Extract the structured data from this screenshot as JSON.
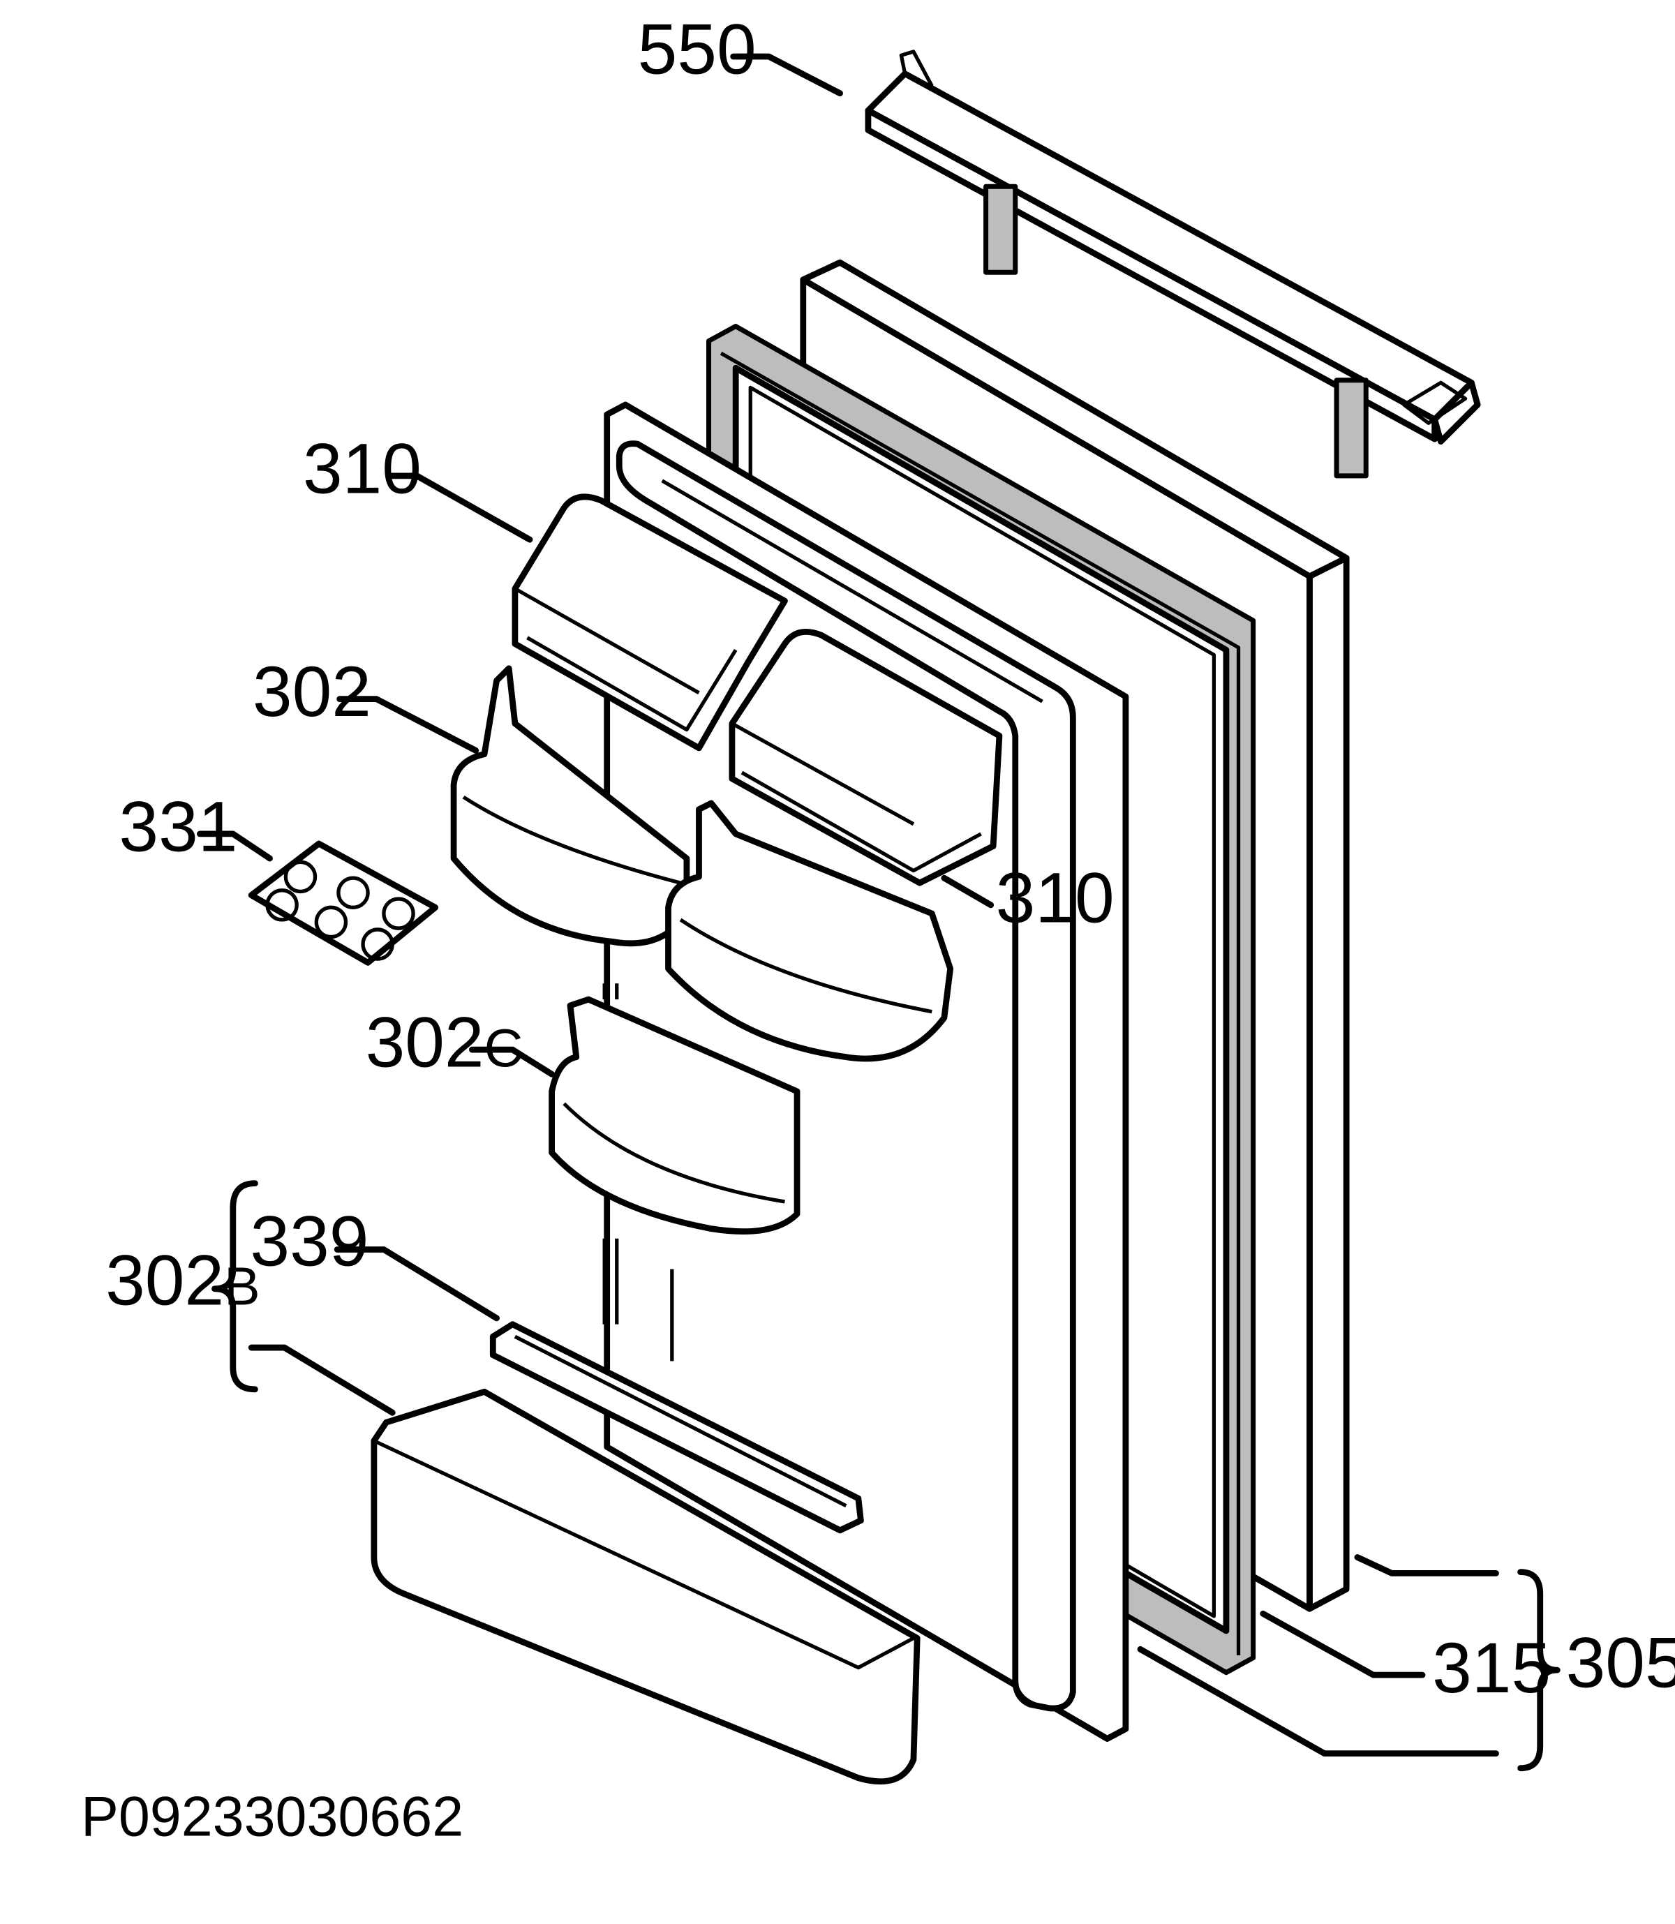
{
  "document_code": "P09233030662",
  "labels": {
    "l550": "550",
    "l310a": "310",
    "l302": "302",
    "l331": "331",
    "l310b": "310",
    "l302c_num": "302",
    "l302c_suffix": "C",
    "l302b_num": "302",
    "l302b_suffix": "B",
    "l339": "339",
    "l315": "315",
    "l305": "305"
  }
}
